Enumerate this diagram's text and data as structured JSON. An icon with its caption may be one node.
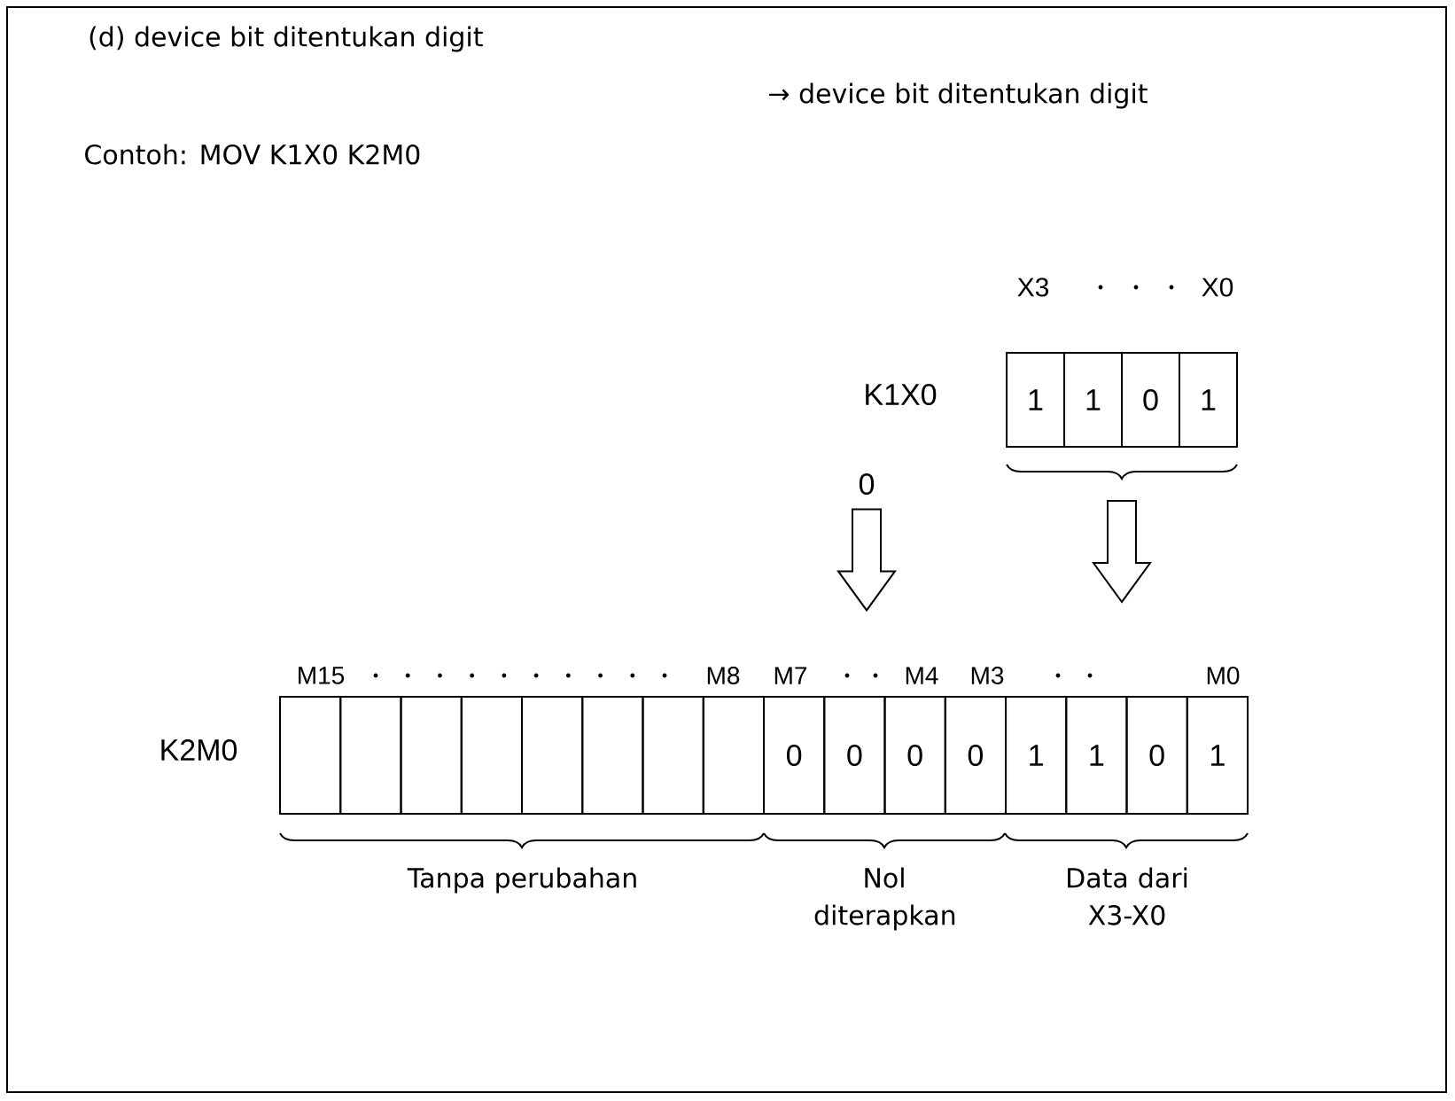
{
  "diagram": {
    "title": "(d) device bit ditentukan digit",
    "nodes": [
      {
        "text": [],
        "shape": "box",
        "beside": [
          "K1X0"
        ]
      },
      {
        "text": [
          "1"
        ],
        "in": 0
      },
      {
        "text": [
          "1"
        ],
        "in": 0
      },
      {
        "text": [
          "0"
        ],
        "in": 0
      },
      {
        "text": [
          "1"
        ],
        "in": 0
      },
      {
        "text": [
          "0"
        ]
      },
      {
        "text": [],
        "shape": "box",
        "beside": [
          "K2M0"
        ]
      },
      {
        "text": [],
        "shape": "box",
        "in": 6
      },
      {
        "text": [],
        "shape": "box",
        "in": 6
      },
      {
        "text": [],
        "shape": "box",
        "in": 6
      },
      {
        "text": [],
        "shape": "box",
        "in": 6
      },
      {
        "text": [],
        "shape": "box",
        "in": 6
      },
      {
        "text": [],
        "shape": "box",
        "in": 6
      },
      {
        "text": [],
        "shape": "box",
        "in": 6
      },
      {
        "text": [],
        "shape": "box",
        "in": 6
      },
      {
        "text": [
          "0"
        ],
        "in": 6
      },
      {
        "text": [
          "0"
        ],
        "in": 6
      },
      {
        "text": [
          "0"
        ],
        "in": 6
      },
      {
        "text": [
          "0"
        ],
        "in": 6
      },
      {
        "text": [
          "1"
        ],
        "in": 6
      },
      {
        "text": [
          "1"
        ],
        "in": 6
      },
      {
        "text": [
          "0"
        ],
        "in": 6
      },
      {
        "text": [
          "1"
        ],
        "in": 6
      }
    ],
    "edges": [
      {
        "from": 0,
        "to": null,
        "arrow": "to"
      },
      {
        "from": 5,
        "to": null,
        "arrow": "to"
      }
    ],
    "labels": [
      "→ device bit ditentukan digit",
      "Contoh: MOV K1X0 K2M0",
      "X3",
      "X0",
      "M15",
      "M8",
      "M7",
      "M4",
      "M3",
      "M0",
      "Tanpa perubahan",
      "Nol diterapkan",
      "Data dari X3-X0"
    ]
  }
}
